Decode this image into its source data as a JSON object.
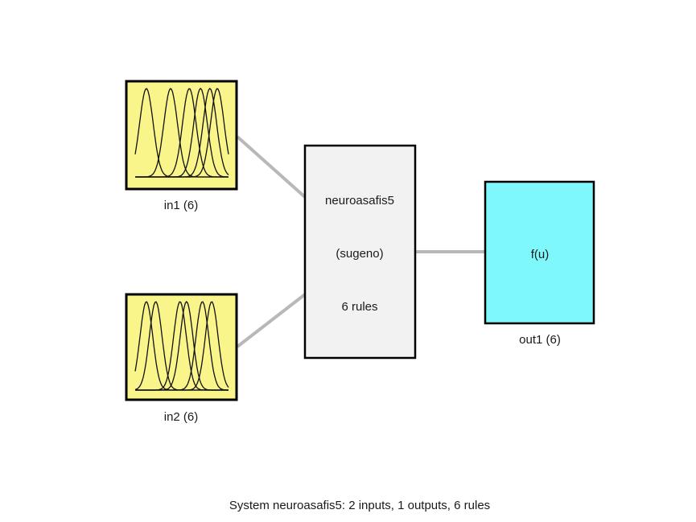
{
  "inputs": [
    {
      "label": "in1 (6)",
      "mf_centers": [
        0.12,
        0.38,
        0.58,
        0.7,
        0.8,
        0.88
      ],
      "mf_width": 0.16
    },
    {
      "label": "in2 (6)",
      "mf_centers": [
        0.12,
        0.22,
        0.48,
        0.55,
        0.72,
        0.82
      ],
      "mf_width": 0.15
    }
  ],
  "system": {
    "name": "neuroasafis5",
    "type": "(sugeno)",
    "rules": "6 rules"
  },
  "output": {
    "function": "f(u)",
    "label": "out1 (6)"
  },
  "caption": "System neuroasafis5: 2 inputs, 1 outputs, 6 rules",
  "colors": {
    "input_fill": "#f9f58a",
    "system_fill": "#f2f2f2",
    "output_fill": "#7ff8fb",
    "connector": "#b8b8b8",
    "border": "#000000"
  }
}
